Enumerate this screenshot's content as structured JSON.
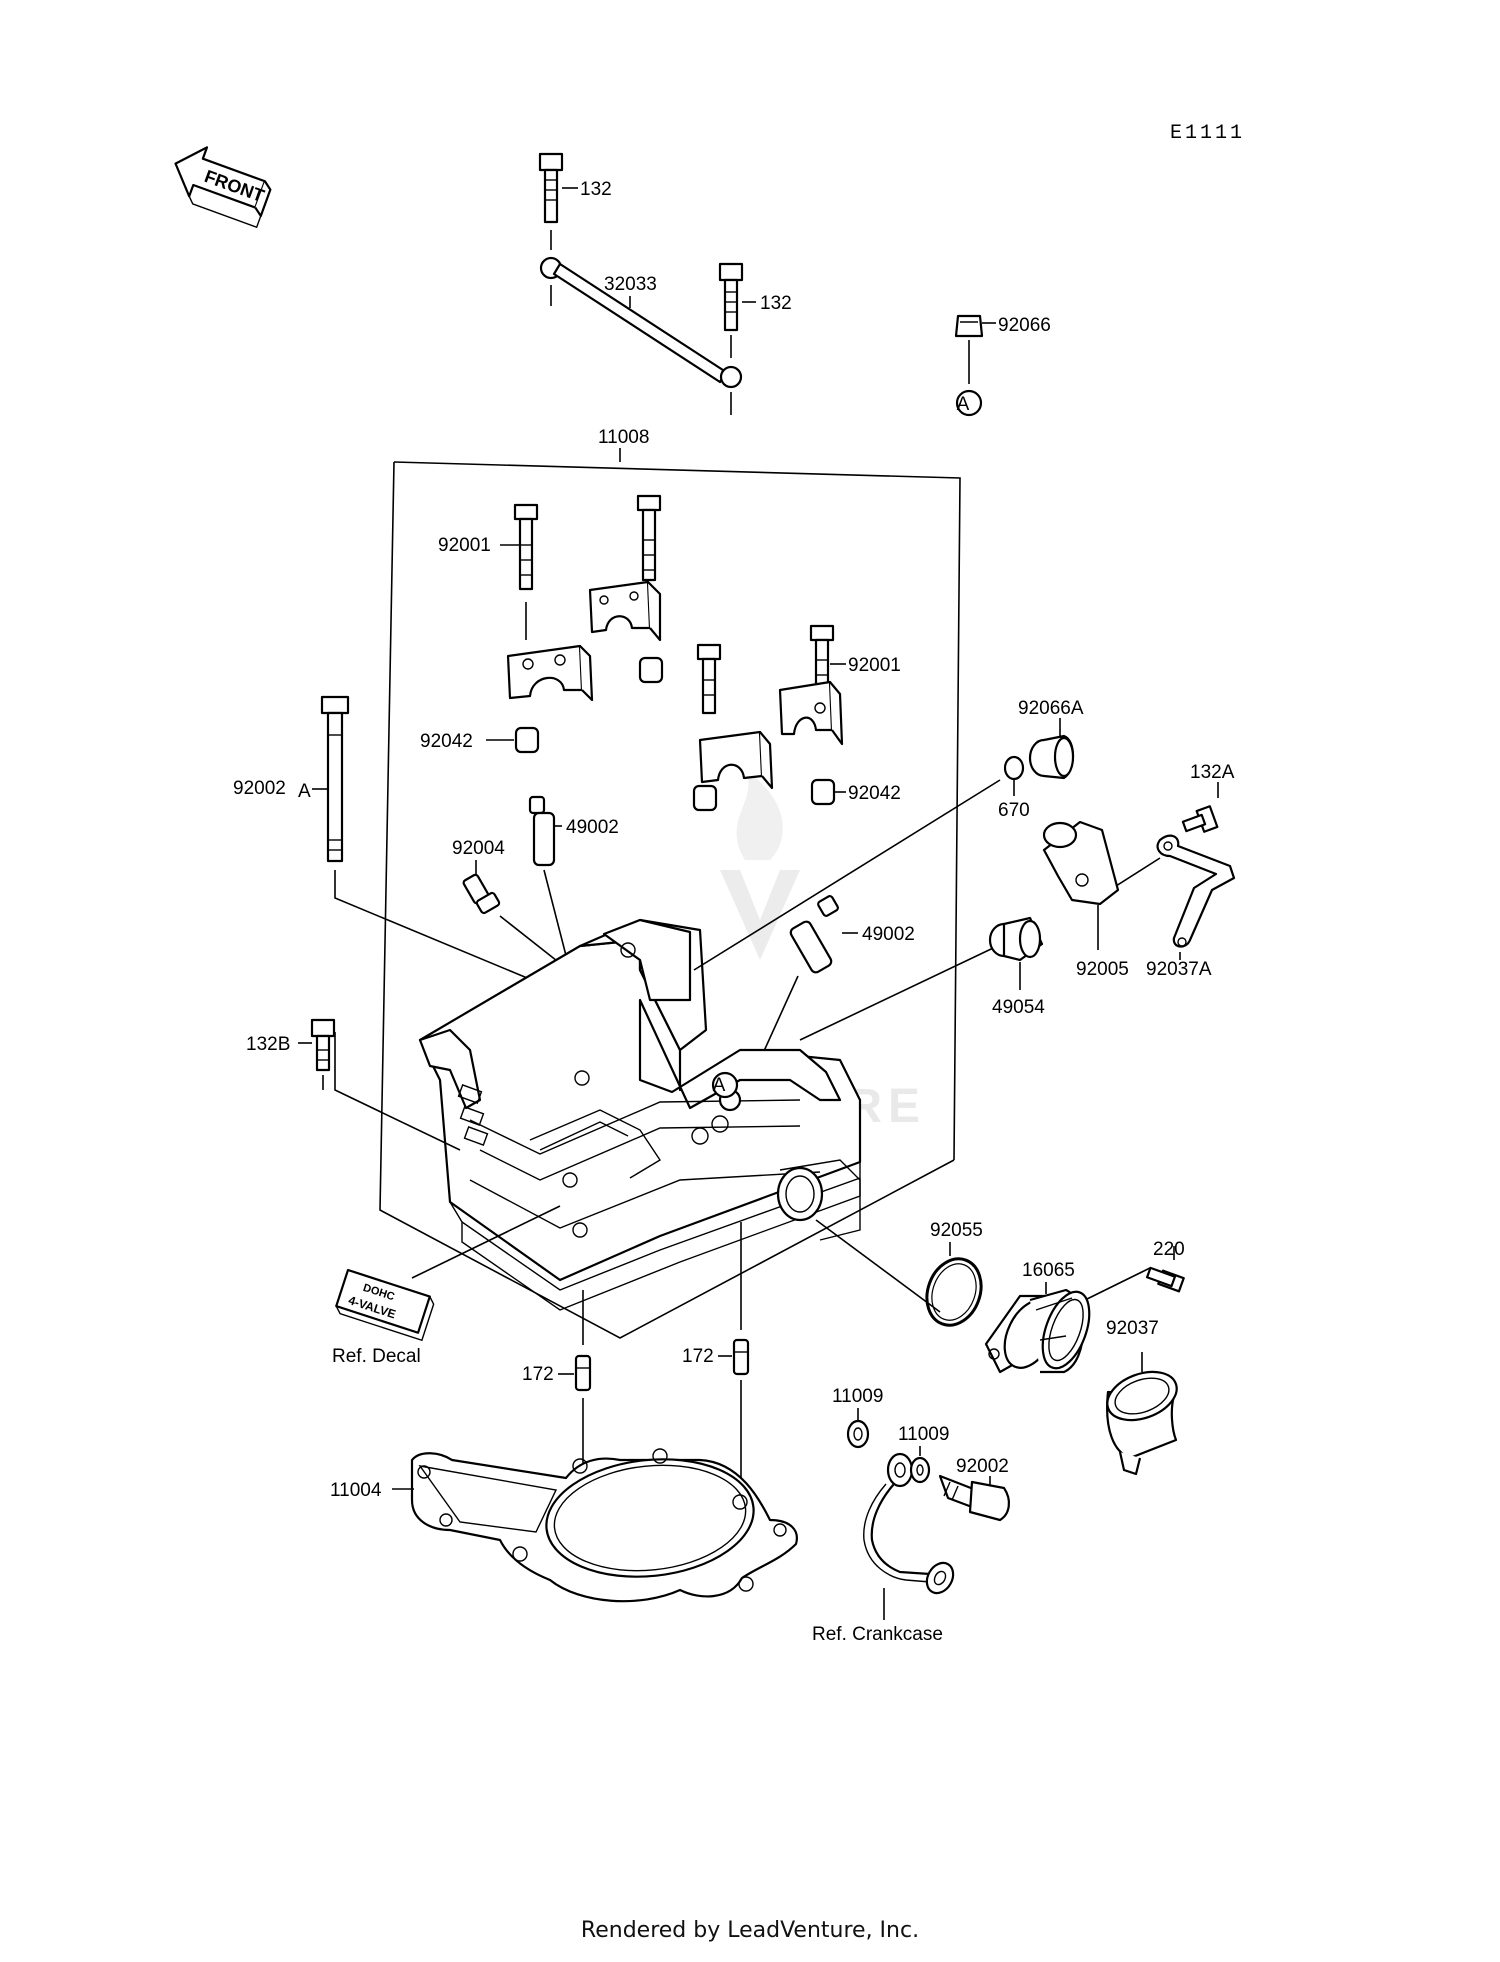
{
  "diagram_code": "E1111",
  "front_label": "FRONT",
  "watermark": "LEADVENTURE",
  "footer": "Rendered by LeadVenture, Inc.",
  "refs": {
    "decal": "Ref. Decal",
    "crankcase": "Ref. Crankcase"
  },
  "decal_text": [
    "DOHC",
    "4-VALVE"
  ],
  "callouts": {
    "c132_top": "132",
    "c32033": "32033",
    "c132_mid": "132",
    "c92066": "92066",
    "marker_a_top": "A",
    "c11008": "11008",
    "c92001_left": "92001",
    "c92001_right": "92001",
    "c92042_left": "92042",
    "c92042_right": "92042",
    "c92066A": "92066A",
    "c670": "670",
    "c132A": "132A",
    "c92002A": "92002",
    "c92002A_suffix": "A",
    "c49002_left": "49002",
    "c92004": "92004",
    "c49002_right": "49002",
    "c92005": "92005",
    "c92037A": "92037A",
    "c49054": "49054",
    "c132B": "132B",
    "marker_a_head": "A",
    "c92055": "92055",
    "c220": "220",
    "c16065": "16065",
    "c92037": "92037",
    "c172_left": "172",
    "c172_right": "172",
    "c11009_left": "11009",
    "c11009_right": "11009",
    "c92002": "92002",
    "c11004": "11004"
  }
}
